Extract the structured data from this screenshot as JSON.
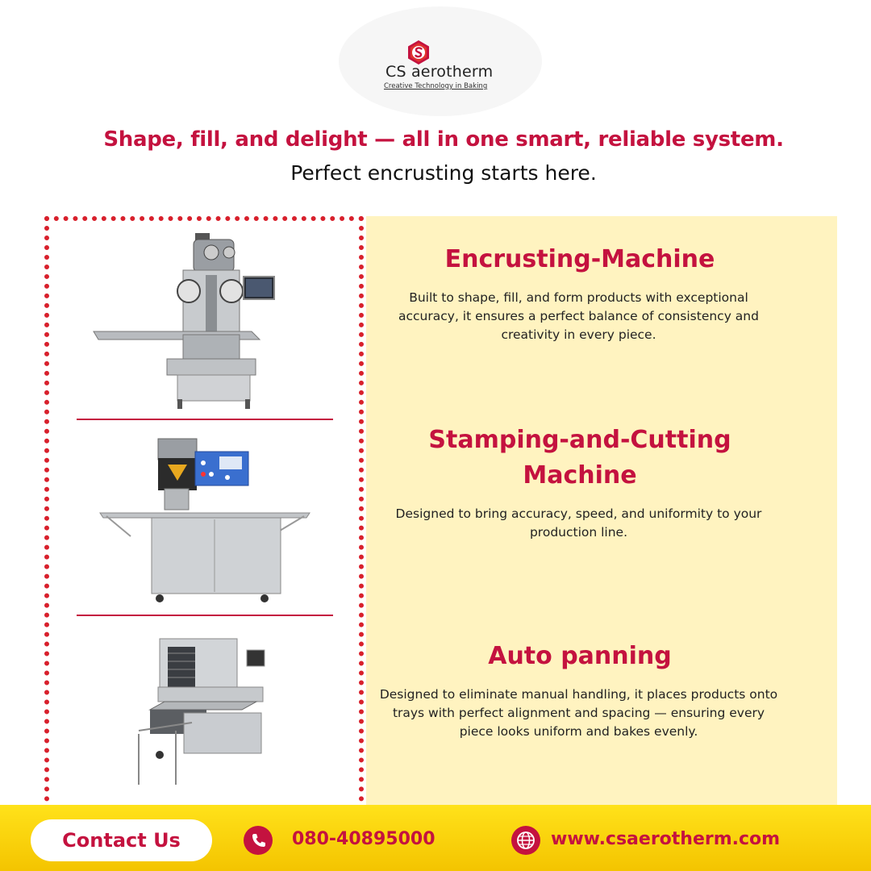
{
  "brand": {
    "name": "CS aerotherm",
    "tagline": "Creative Technology in Baking",
    "logo_color": "#c4123f"
  },
  "headline": "Shape, fill, and delight — all in one smart, reliable system.",
  "subheadline": "Perfect encrusting starts here.",
  "products": [
    {
      "title": "Encrusting-Machine",
      "description": "Built to shape, fill, and form products with exceptional accuracy, it ensures a perfect balance of consistency and creativity in every piece."
    },
    {
      "title_line1": "Stamping-and-Cutting",
      "title_line2": "Machine",
      "description": "Designed to bring accuracy, speed, and uniformity to your production line."
    },
    {
      "title": "Auto panning",
      "description": "Designed to eliminate manual handling, it places products onto trays with perfect alignment and spacing — ensuring every piece looks uniform and bakes evenly."
    }
  ],
  "footer": {
    "contact_label": "Contact Us",
    "phone": "080-40895000",
    "website": "www.csaerotherm.com",
    "phone_icon": "phone-icon",
    "web_icon": "globe-icon",
    "accent": "#c4123f",
    "background": "#ffe21a"
  }
}
